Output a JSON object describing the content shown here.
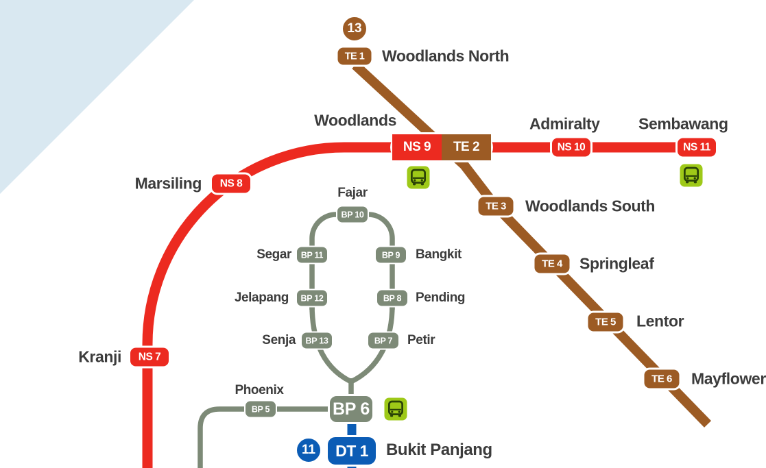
{
  "colors": {
    "ns_red": "#ec2a20",
    "te_brown": "#9c5b24",
    "bp_grey": "#7d8a77",
    "dt_blue": "#0b5cb5",
    "bus_green": "#9ec918",
    "bus_dark": "#2a4207",
    "label": "#3c3c3c",
    "water": "#d9e8f1",
    "badge_text": "#ffffff"
  },
  "stations": {
    "te1": {
      "code": "TE 1",
      "name": "Woodlands North",
      "sector": "13"
    },
    "ns9te2": {
      "code_ns": "NS 9",
      "code_te": "TE 2",
      "name": "Woodlands"
    },
    "ns10": {
      "code": "NS 10",
      "name": "Admiralty"
    },
    "ns11": {
      "code": "NS 11",
      "name": "Sembawang"
    },
    "ns8": {
      "code": "NS 8",
      "name": "Marsiling"
    },
    "ns7": {
      "code": "NS 7",
      "name": "Kranji"
    },
    "te3": {
      "code": "TE 3",
      "name": "Woodlands South"
    },
    "te4": {
      "code": "TE 4",
      "name": "Springleaf"
    },
    "te5": {
      "code": "TE 5",
      "name": "Lentor"
    },
    "te6": {
      "code": "TE 6",
      "name": "Mayflower"
    },
    "bp10": {
      "code": "BP 10",
      "name": "Fajar"
    },
    "bp11": {
      "code": "BP 11",
      "name": "Segar"
    },
    "bp9": {
      "code": "BP 9",
      "name": "Bangkit"
    },
    "bp12": {
      "code": "BP 12",
      "name": "Jelapang"
    },
    "bp8": {
      "code": "BP 8",
      "name": "Pending"
    },
    "bp13": {
      "code": "BP 13",
      "name": "Senja"
    },
    "bp7": {
      "code": "BP 7",
      "name": "Petir"
    },
    "bp5": {
      "code": "BP 5",
      "name": "Phoenix"
    },
    "bp6": {
      "code": "BP 6"
    },
    "dt1": {
      "code": "DT 1",
      "name": "Bukit Panjang",
      "sector": "11"
    }
  },
  "icons": {
    "bus_interchange": "bus-interchange"
  }
}
